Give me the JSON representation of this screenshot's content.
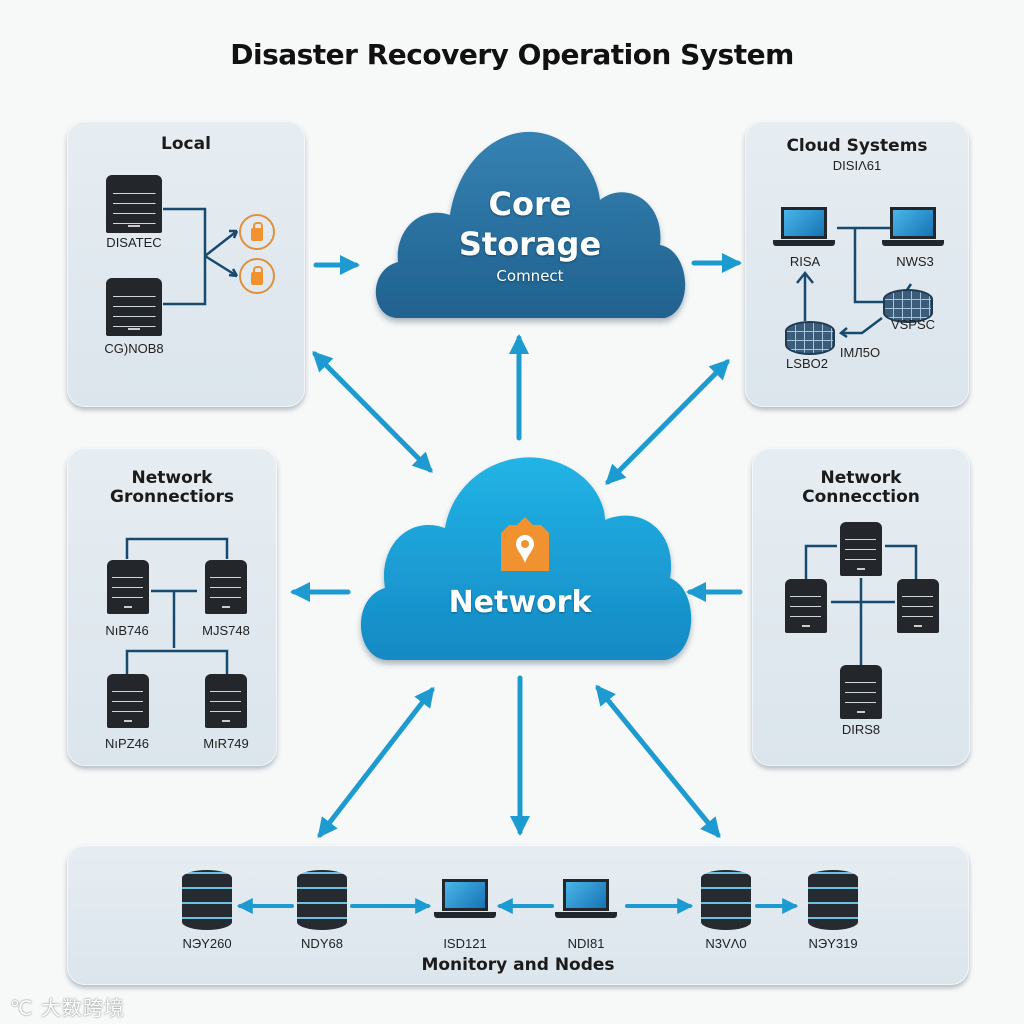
{
  "title": "Disaster Recovery Operation System",
  "colors": {
    "arrow": "#1d9bd1",
    "core_cloud": "#2a74a3",
    "network_cloud": "#1a9fd6",
    "panel_line": "#174a6e",
    "server": "#23272c",
    "accent_orange": "#f0922f"
  },
  "core_cloud": {
    "title_line1": "Core",
    "title_line2": "Storage",
    "subtitle": "Comnect"
  },
  "network_cloud": {
    "title": "Network",
    "icon": "location-pin-icon"
  },
  "local_panel": {
    "title": "Local",
    "servers": [
      {
        "label": "DISATEC"
      },
      {
        "label": "CG)NOB8"
      }
    ],
    "icons": [
      "lock-icon",
      "lock-icon"
    ]
  },
  "cloud_panel": {
    "title": "Cloud Systems",
    "subtitle": "DISIΛ61",
    "laptops": [
      {
        "label": "RISA"
      },
      {
        "label": "NWS3"
      }
    ],
    "storages": [
      {
        "label": "VSPSC"
      },
      {
        "label": "LSBO2"
      }
    ],
    "link_label": "IMЛ5O"
  },
  "net_left_panel": {
    "title_line1": "Network",
    "title_line2": "Gronnectiors",
    "servers": [
      {
        "label": "NıB746"
      },
      {
        "label": "MJS748"
      },
      {
        "label": "NıPZ46"
      },
      {
        "label": "MıR749"
      }
    ]
  },
  "net_right_panel": {
    "title_line1": "Network",
    "title_line2": "Connecction",
    "servers": [
      {
        "label": ""
      },
      {
        "label": ""
      },
      {
        "label": ""
      },
      {
        "label": "DIRS8"
      }
    ]
  },
  "bottom_panel": {
    "title": "Monitory and Nodes",
    "nodes": [
      {
        "label": "NЭY260",
        "type": "database"
      },
      {
        "label": "NDY68",
        "type": "database"
      },
      {
        "label": "ISD121",
        "type": "laptop"
      },
      {
        "label": "NDI81",
        "type": "laptop"
      },
      {
        "label": "N3VΛ0",
        "type": "database"
      },
      {
        "label": "NЭY319",
        "type": "database"
      }
    ]
  },
  "watermark": "大数跨境"
}
